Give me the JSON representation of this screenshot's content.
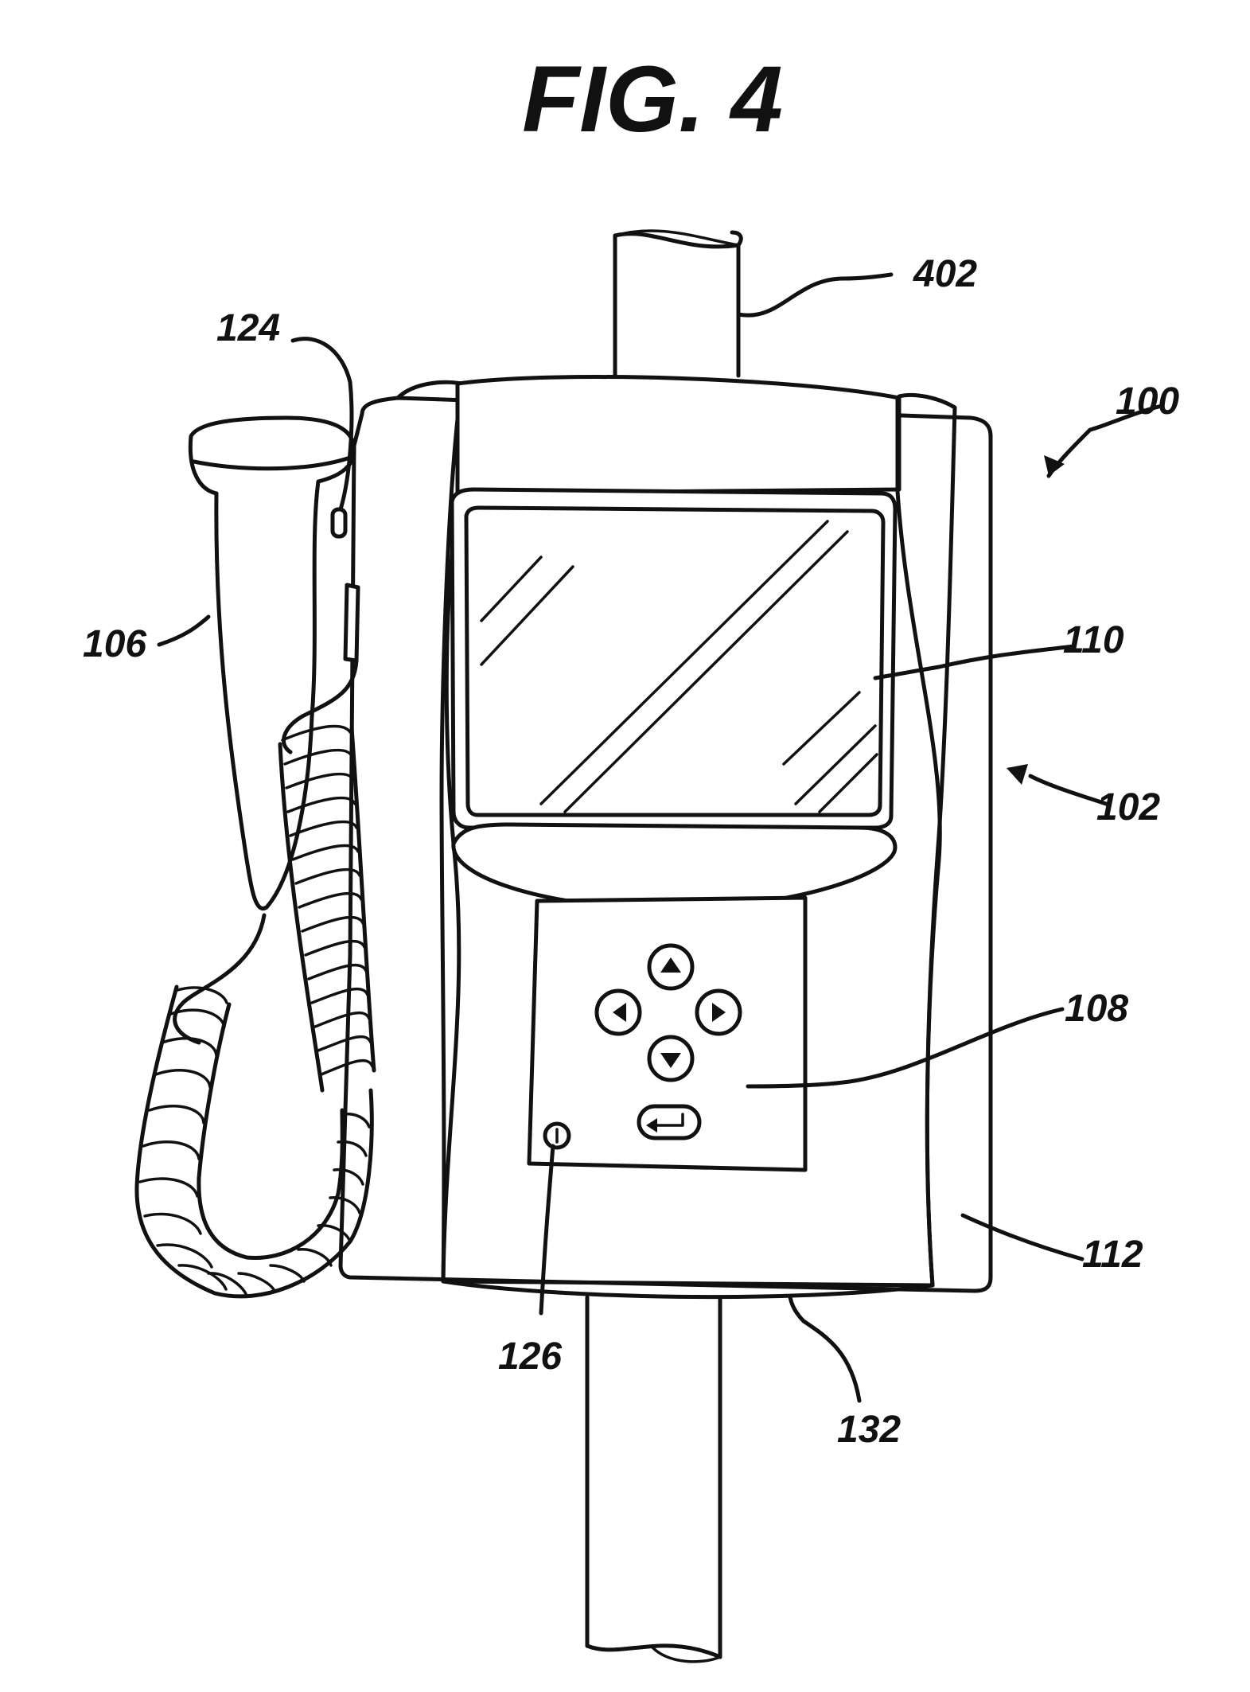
{
  "figure": {
    "title": "FIG. 4"
  },
  "labels": {
    "pole": "402",
    "system": "100",
    "probe_button": "124",
    "probe": "106",
    "display": "110",
    "housing": "102",
    "keypad": "108",
    "cover": "112",
    "power_button": "126",
    "bottom_edge": "132"
  },
  "colors": {
    "ink": "#111111",
    "paper": "#ffffff"
  }
}
